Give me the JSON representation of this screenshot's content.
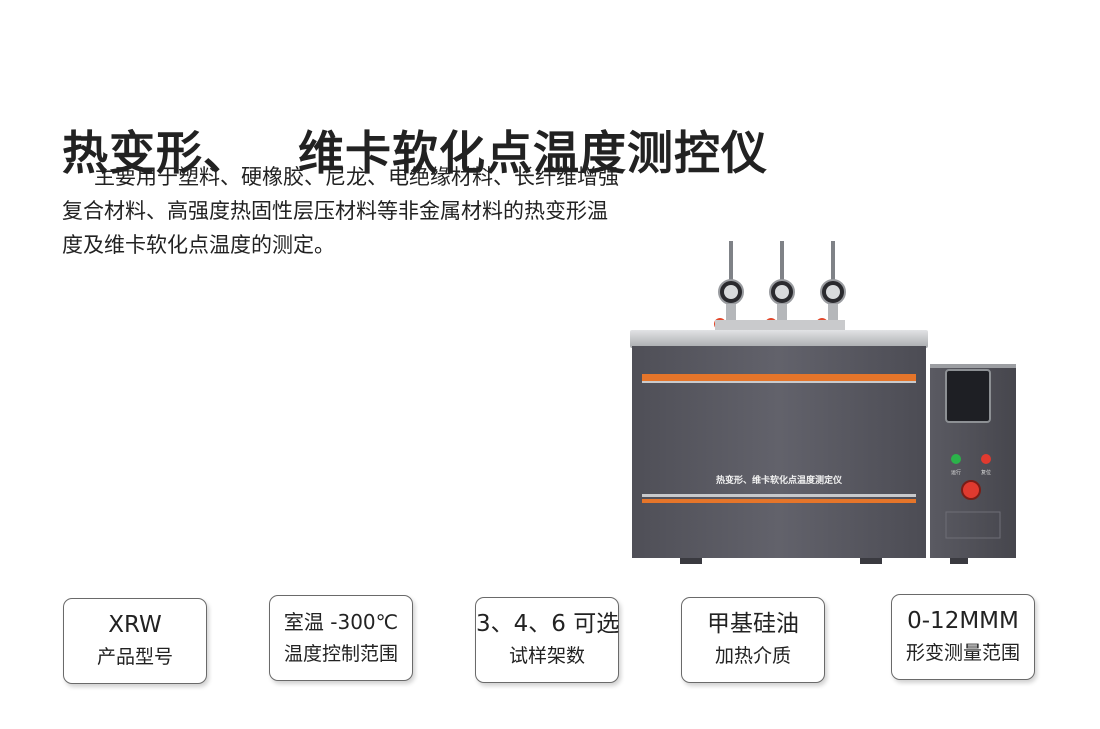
{
  "header": {
    "title_part1": "热变形、",
    "title_part2": "维卡软化点温度测控仪"
  },
  "description": {
    "lines": [
      "主要用于塑料、硬橡胶、尼龙、电绝缘材料、长纤维增强",
      "复合材料、高强度热固性层压材料等非金属材料的热变形温",
      "度及维卡软化点温度的测定。"
    ]
  },
  "machine": {
    "panel_text": "热变形、维卡软化点温度测定仪",
    "button_left_label": "运行",
    "button_right_label": "复位",
    "colors": {
      "body": "#5d5d66",
      "accent_stripe": "#e5752a",
      "top_lid": "#c9cacc",
      "green_button": "#2bb34a",
      "red_button": "#e03a2f"
    }
  },
  "specs": [
    {
      "value": "XRW",
      "label": "产品型号"
    },
    {
      "value": "室温 -300℃",
      "label": "温度控制范围"
    },
    {
      "value": "3、4、6 可选",
      "label": "试样架数"
    },
    {
      "value": "甲基硅油",
      "label": "加热介质"
    },
    {
      "value": "0-12MMM",
      "label": "形变测量范围"
    }
  ]
}
